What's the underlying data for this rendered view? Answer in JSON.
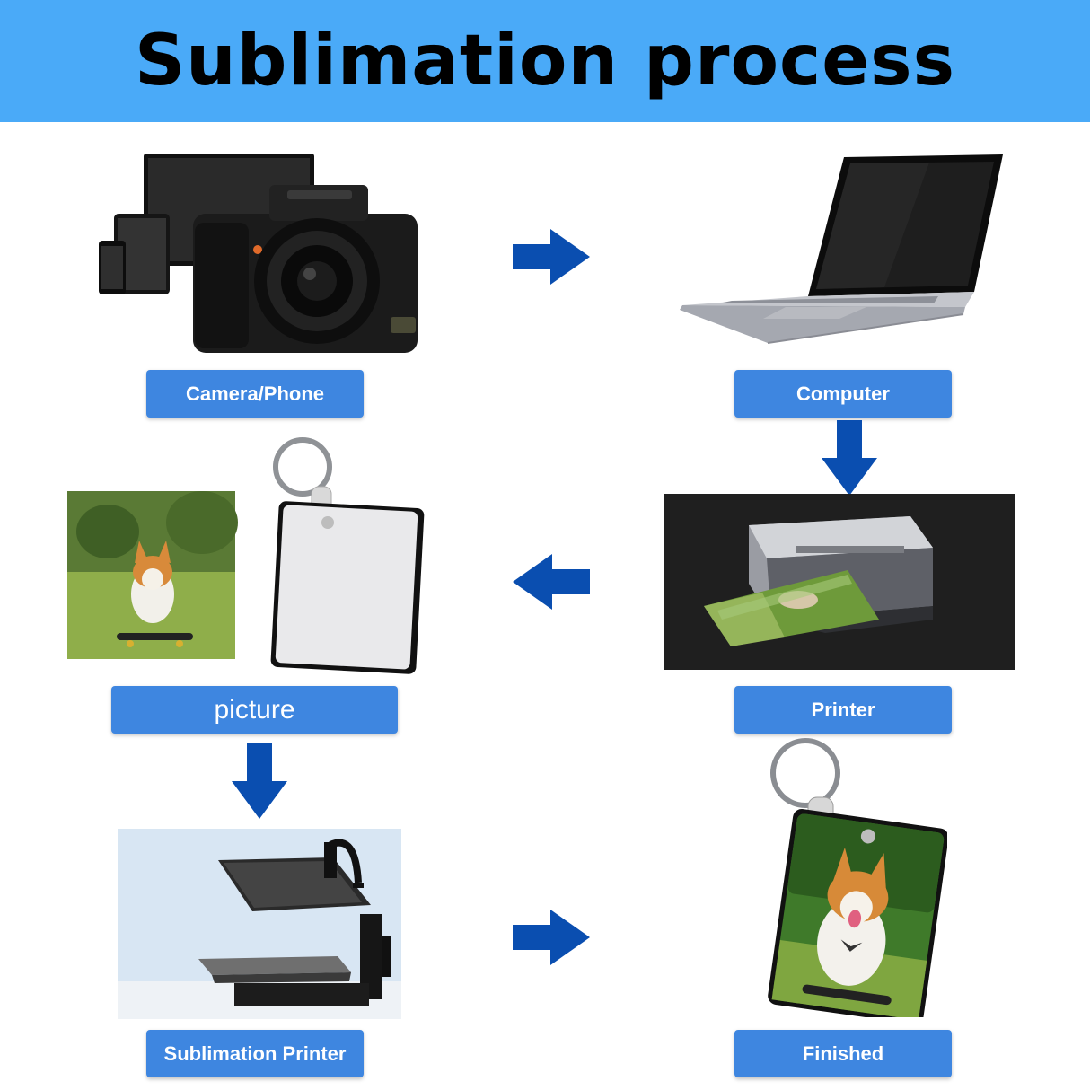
{
  "header": {
    "title": "Sublimation process"
  },
  "steps": {
    "camera": {
      "label": "Camera/Phone"
    },
    "computer": {
      "label": "Computer"
    },
    "printer": {
      "label": "Printer"
    },
    "picture": {
      "label": "picture"
    },
    "press": {
      "label": "Sublimation Printer"
    },
    "finished": {
      "label": "Finished"
    }
  },
  "colors": {
    "header_bg": "#4aaaf8",
    "label_bg": "#3e86e0",
    "arrow": "#0a4eb0"
  },
  "icons": {
    "camera": "camera-phone-devices-icon",
    "computer": "laptop-icon",
    "printer": "photo-printer-icon",
    "picture": "dog-photo-and-blank-keychain-icon",
    "press": "heat-press-icon",
    "finished": "finished-keychain-icon"
  }
}
